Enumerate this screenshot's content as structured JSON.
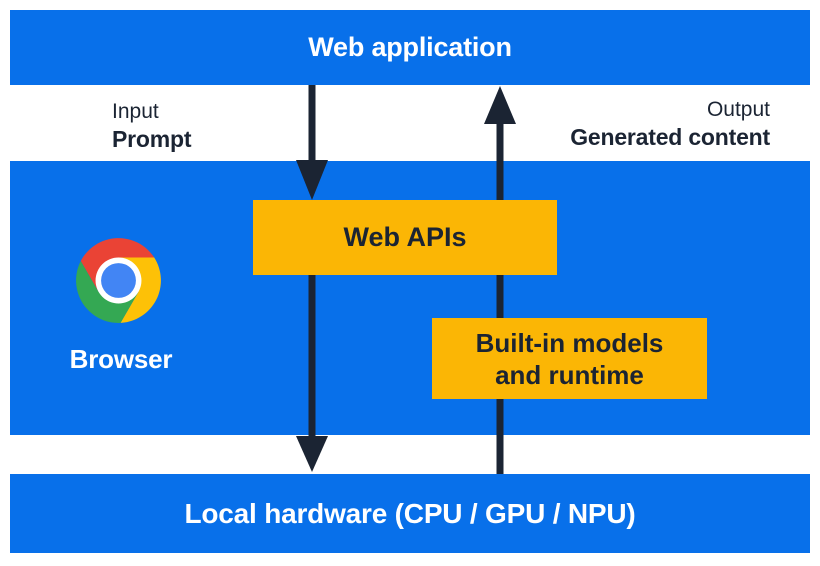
{
  "diagram": {
    "top_bar": {
      "label": "Web application"
    },
    "flow_labels": {
      "input_title": "Input",
      "input_value": "Prompt",
      "output_title": "Output",
      "output_value": "Generated content"
    },
    "browser_panel": {
      "browser_icon": "chrome-logo",
      "browser_label": "Browser",
      "web_apis_box": {
        "label": "Web APIs"
      },
      "builtin_box": {
        "lines": [
          "Built-in models",
          "and runtime"
        ]
      }
    },
    "arrows": {
      "down_arrow": "input flow: web application → web apis → local hardware",
      "up_arrow": "output flow: local hardware → built-in models → web application"
    },
    "bottom_bar": {
      "label": "Local hardware (CPU / GPU / NPU)"
    },
    "colors": {
      "blue": "#0870EA",
      "yellow": "#FBB605",
      "navy": "#1B2433",
      "white": "#FFFFFF",
      "logo_red": "#EA4335",
      "logo_yellow": "#FDC107",
      "logo_green": "#34A853",
      "logo_blue": "#4285F4"
    }
  }
}
